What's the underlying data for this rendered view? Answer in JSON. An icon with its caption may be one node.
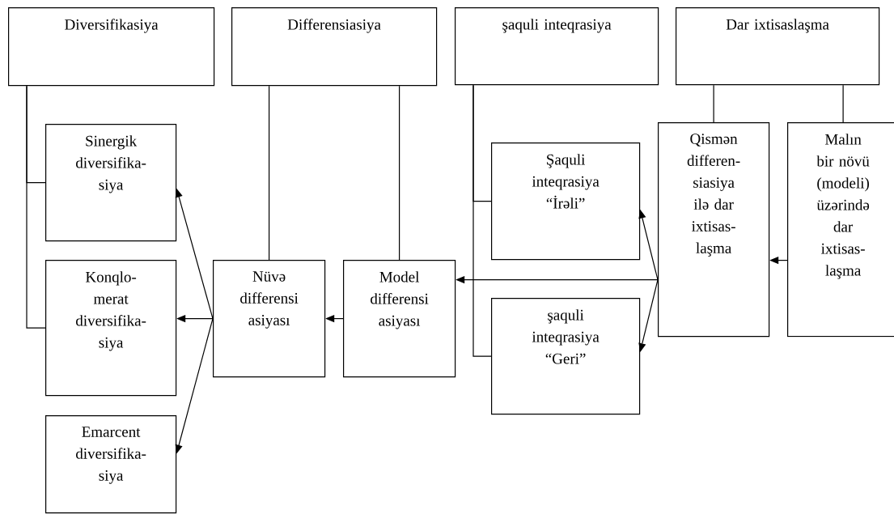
{
  "diagram": {
    "nodes": [
      {
        "text": [
          "Diversifikasiya"
        ]
      },
      {
        "text": [
          "Differensiasiya"
        ]
      },
      {
        "text": [
          "şaquli inteqrasiya"
        ]
      },
      {
        "text": [
          "Dar ixtisaslaşma"
        ]
      },
      {
        "text": [
          "Sinergik diversifika-siya"
        ]
      },
      {
        "text": [
          "Konqlo-merat diversifika-siya"
        ]
      },
      {
        "text": [
          "Emarcent diversifika-siya"
        ]
      },
      {
        "text": [
          "Nüvə differensi asiyası"
        ]
      },
      {
        "text": [
          "Model differensi asiyası"
        ]
      },
      {
        "text": [
          "Şaquli inteqrasiya “İrəli”"
        ]
      },
      {
        "text": [
          "şaquli inteqrasiya “Geri”"
        ]
      },
      {
        "text": [
          "Qismən differen-siasiya ilə dar ixtisas-laşma"
        ]
      },
      {
        "text": [
          "Malın bir növü (modeli) üzərində dar ixtisas-laşma"
        ]
      }
    ],
    "edges": [
      {
        "from": 0,
        "to": 4,
        "arrow": "none"
      },
      {
        "from": 0,
        "to": 5,
        "arrow": "none"
      },
      {
        "from": 1,
        "to": 7,
        "arrow": "none"
      },
      {
        "from": 1,
        "to": 8,
        "arrow": "none"
      },
      {
        "from": 2,
        "to": 9,
        "arrow": "none"
      },
      {
        "from": 2,
        "to": 10,
        "arrow": "none"
      },
      {
        "from": 3,
        "to": 11,
        "arrow": "none"
      },
      {
        "from": 3,
        "to": 12,
        "arrow": "none"
      },
      {
        "from": 7,
        "to": 4,
        "arrow": "to"
      },
      {
        "from": 7,
        "to": 5,
        "arrow": "to"
      },
      {
        "from": 7,
        "to": 6,
        "arrow": "to"
      },
      {
        "from": 8,
        "to": 7,
        "arrow": "to"
      },
      {
        "from": 11,
        "to": 8,
        "arrow": "to"
      },
      {
        "from": 11,
        "to": 9,
        "arrow": "to"
      },
      {
        "from": 11,
        "to": 10,
        "arrow": "to"
      },
      {
        "from": 12,
        "to": 11,
        "arrow": "to"
      }
    ]
  }
}
